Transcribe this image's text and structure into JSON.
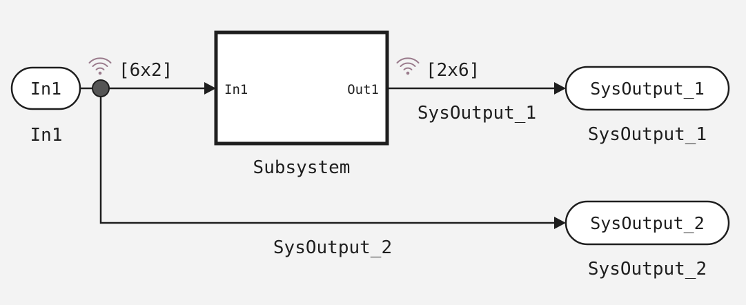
{
  "blocks": {
    "in1": {
      "port_label": "In1",
      "block_name": "In1"
    },
    "subsystem": {
      "name": "Subsystem",
      "input_port": "In1",
      "output_port": "Out1"
    },
    "sysoutput_1": {
      "port_label": "SysOutput_1",
      "block_name": "SysOutput_1"
    },
    "sysoutput_2": {
      "port_label": "SysOutput_2",
      "block_name": "SysOutput_2"
    }
  },
  "signals": {
    "input_dimensions": "[6x2]",
    "output_dimensions": "[2x6]",
    "line_1_name": "SysOutput_1",
    "line_2_name": "SysOutput_2"
  },
  "icons": {
    "signal_logging": "wifi-broadcast-icon"
  },
  "colors": {
    "background": "#f3f3f3",
    "line": "#1e1e1e",
    "branch_point": "#555555",
    "logging_icon": "#9a7b8c"
  }
}
